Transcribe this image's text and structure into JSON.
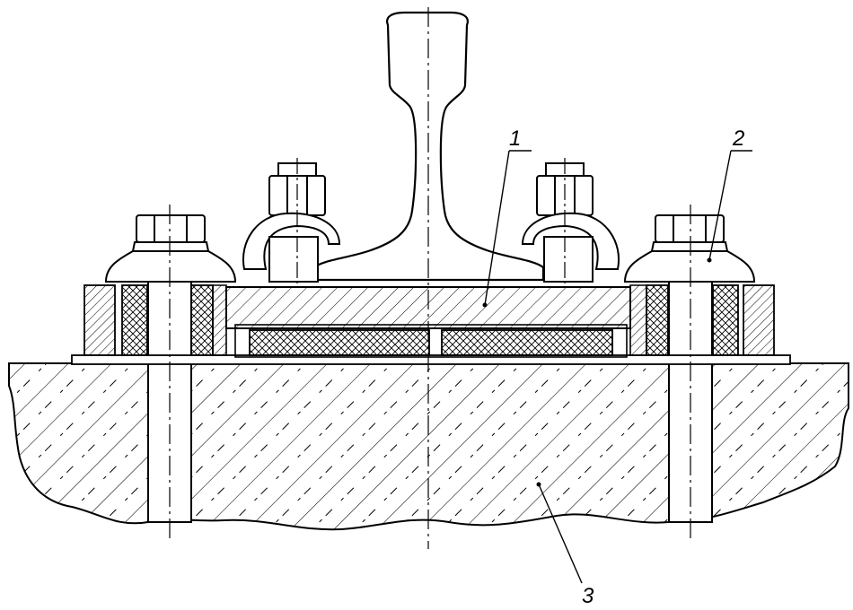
{
  "drawing": {
    "stroke_color": "#000000",
    "background_color": "#ffffff"
  },
  "callouts": [
    {
      "label": "1"
    },
    {
      "label": "2"
    },
    {
      "label": "3"
    }
  ]
}
